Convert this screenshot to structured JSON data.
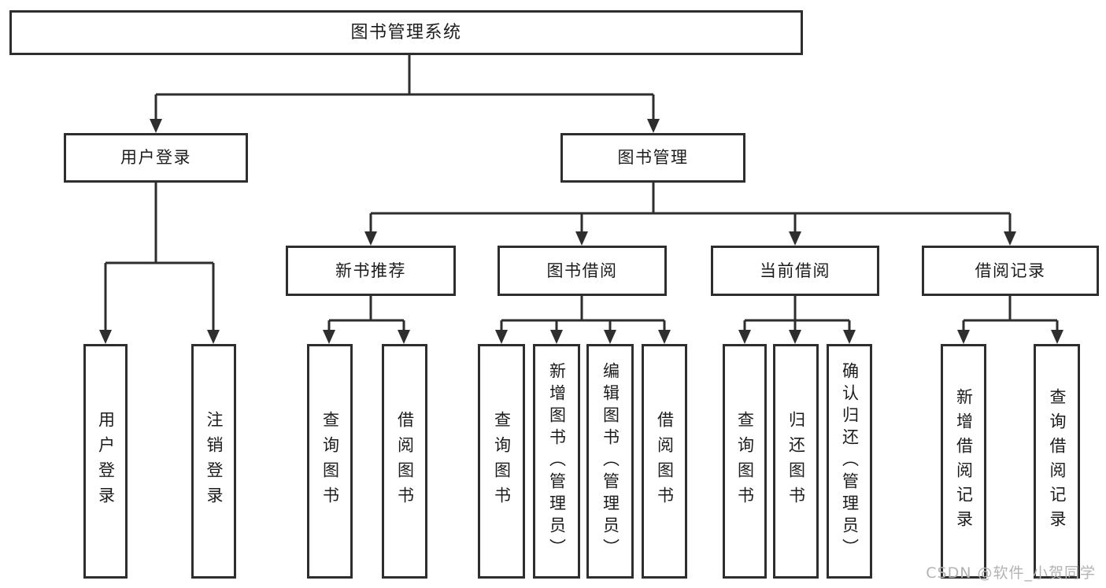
{
  "colors": {
    "line": "#2e2e2e",
    "node_border": "#2e2e2e",
    "node_text": "#1c1c1c",
    "background": "#ffffff",
    "watermark_text": "#b3b3b3"
  },
  "watermark": {
    "text": "CSDN @软件_小贺同学"
  },
  "tree": {
    "root": {
      "label": "图书管理系统"
    },
    "level1": [
      {
        "label": "用户登录",
        "children": [
          {
            "label": "用户登录"
          },
          {
            "label": "注销登录"
          }
        ]
      },
      {
        "label": "图书管理",
        "children": [
          {
            "label": "新书推荐",
            "children": [
              {
                "label": "查询图书"
              },
              {
                "label": "借阅图书"
              }
            ]
          },
          {
            "label": "图书借阅",
            "children": [
              {
                "label": "查询图书"
              },
              {
                "label": "新增图书（管理员）"
              },
              {
                "label": "编辑图书（管理员）"
              },
              {
                "label": "借阅图书"
              }
            ]
          },
          {
            "label": "当前借阅",
            "children": [
              {
                "label": "查询图书"
              },
              {
                "label": "归还图书"
              },
              {
                "label": "确认归还（管理员）"
              }
            ]
          },
          {
            "label": "借阅记录",
            "children": [
              {
                "label": "新增借阅记录"
              },
              {
                "label": "查询借阅记录"
              }
            ]
          }
        ]
      }
    ]
  }
}
